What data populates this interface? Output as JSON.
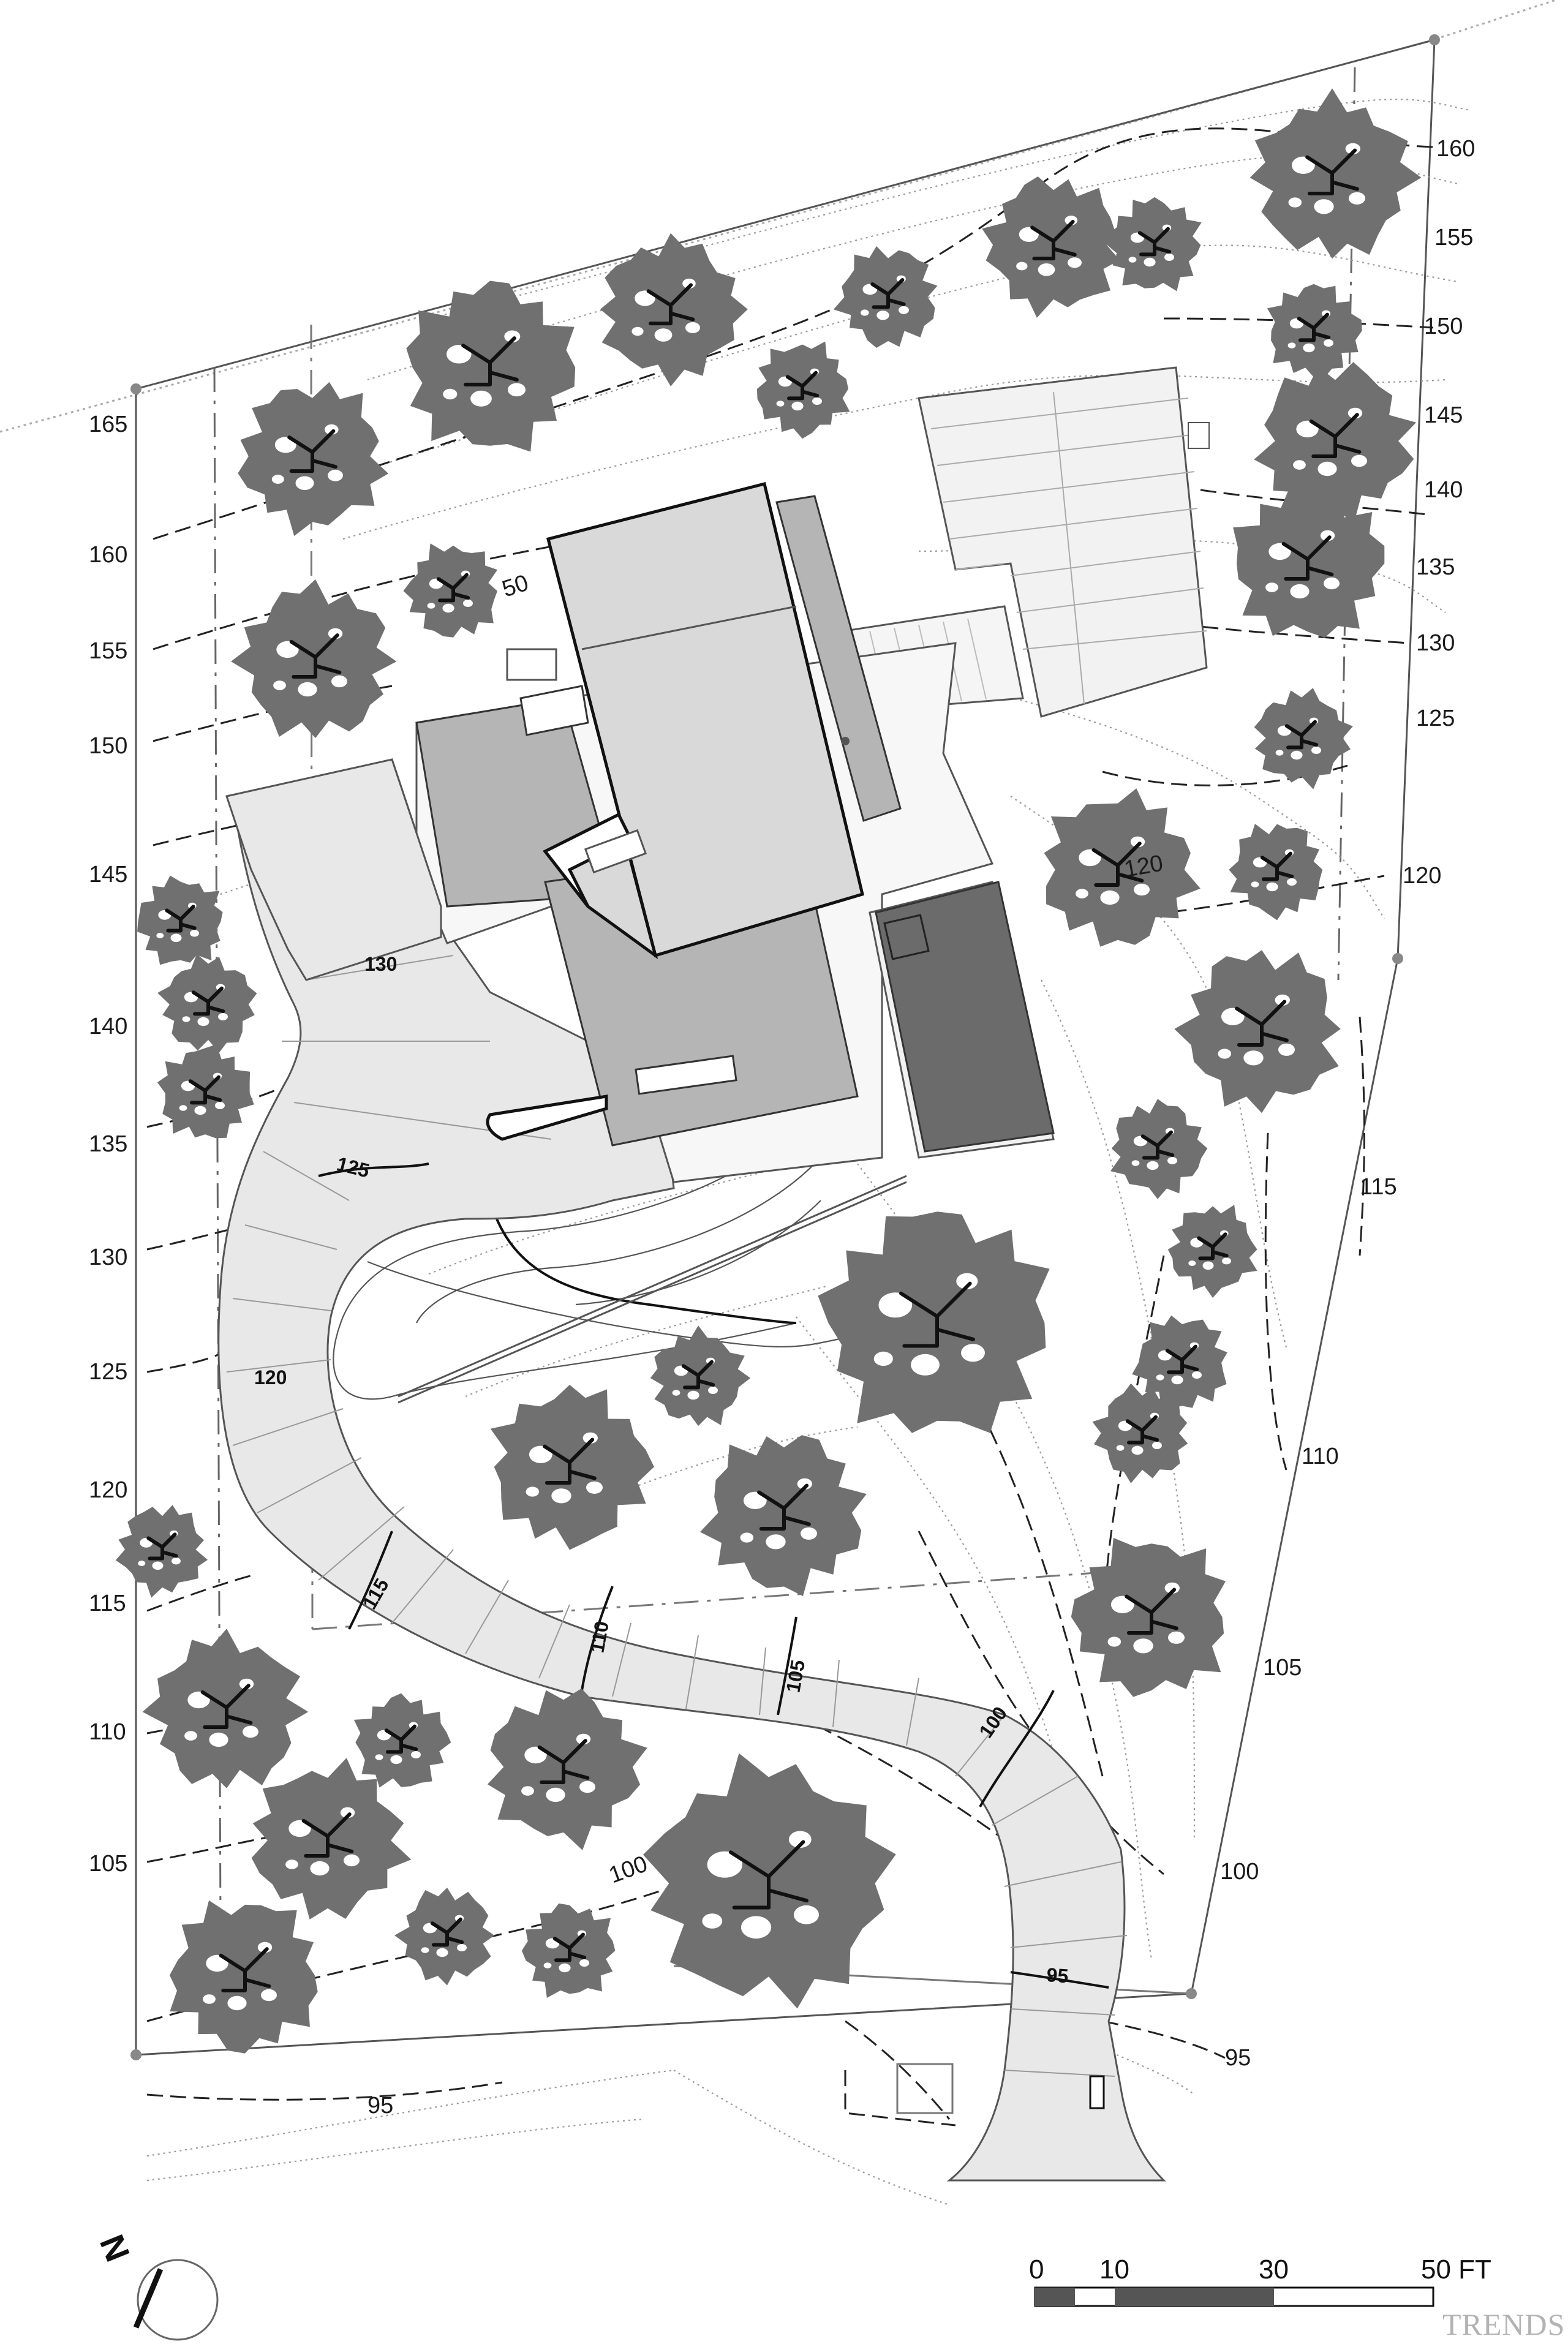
{
  "elevation_labels": {
    "left": [
      "165",
      "160",
      "155",
      "150",
      "145",
      "140",
      "135",
      "130",
      "125",
      "120",
      "115",
      "110",
      "105"
    ],
    "right": [
      "160",
      "155",
      "150",
      "145",
      "140",
      "135",
      "130",
      "125",
      "120",
      "115",
      "110",
      "105",
      "100",
      "95"
    ],
    "interior": [
      "50",
      "120",
      "100",
      "95"
    ]
  },
  "driveway_labels": [
    "130",
    "125",
    "120",
    "115",
    "110",
    "105",
    "100",
    "95"
  ],
  "scale_bar": {
    "ticks": [
      "0",
      "10",
      "30",
      "50 FT"
    ]
  },
  "north_arrow": {
    "letter": "N"
  },
  "brand": "TRENDS",
  "colors": {
    "canopy": "#707070",
    "building_light": "#d9d9d9",
    "building_mid": "#b5b5b5",
    "pool": "#6b6b6b",
    "paving": "#e8e8e8",
    "line": "#111111"
  }
}
